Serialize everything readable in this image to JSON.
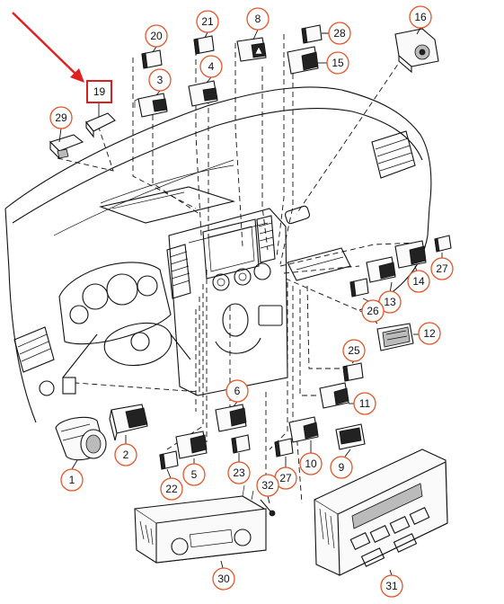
{
  "callouts": [
    {
      "id": "c1",
      "label": "1",
      "highlight": false
    },
    {
      "id": "c2",
      "label": "2",
      "highlight": false
    },
    {
      "id": "c3",
      "label": "3",
      "highlight": false
    },
    {
      "id": "c4",
      "label": "4",
      "highlight": false
    },
    {
      "id": "c5",
      "label": "5",
      "highlight": false
    },
    {
      "id": "c6",
      "label": "6",
      "highlight": false
    },
    {
      "id": "c8",
      "label": "8",
      "highlight": false
    },
    {
      "id": "c9",
      "label": "9",
      "highlight": false
    },
    {
      "id": "c10",
      "label": "10",
      "highlight": false
    },
    {
      "id": "c11",
      "label": "11",
      "highlight": false
    },
    {
      "id": "c12",
      "label": "12",
      "highlight": false
    },
    {
      "id": "c13",
      "label": "13",
      "highlight": false
    },
    {
      "id": "c14",
      "label": "14",
      "highlight": false
    },
    {
      "id": "c15",
      "label": "15",
      "highlight": false
    },
    {
      "id": "c16",
      "label": "16",
      "highlight": false
    },
    {
      "id": "c19",
      "label": "19",
      "highlight": true
    },
    {
      "id": "c20",
      "label": "20",
      "highlight": false
    },
    {
      "id": "c21",
      "label": "21",
      "highlight": false
    },
    {
      "id": "c22",
      "label": "22",
      "highlight": false
    },
    {
      "id": "c23",
      "label": "23",
      "highlight": false
    },
    {
      "id": "c25",
      "label": "25",
      "highlight": false
    },
    {
      "id": "c26",
      "label": "26",
      "highlight": false
    },
    {
      "id": "c27a",
      "label": "27",
      "highlight": false
    },
    {
      "id": "c27b",
      "label": "27",
      "highlight": false
    },
    {
      "id": "c28",
      "label": "28",
      "highlight": false
    },
    {
      "id": "c29",
      "label": "29",
      "highlight": false
    },
    {
      "id": "c30",
      "label": "30",
      "highlight": false
    },
    {
      "id": "c31",
      "label": "31",
      "highlight": false
    },
    {
      "id": "c32",
      "label": "32",
      "highlight": false
    }
  ],
  "colors": {
    "callout_ring": "#e2562b",
    "highlight_box": "#d82020",
    "arrow": "#e02020",
    "line_art": "#111111"
  }
}
